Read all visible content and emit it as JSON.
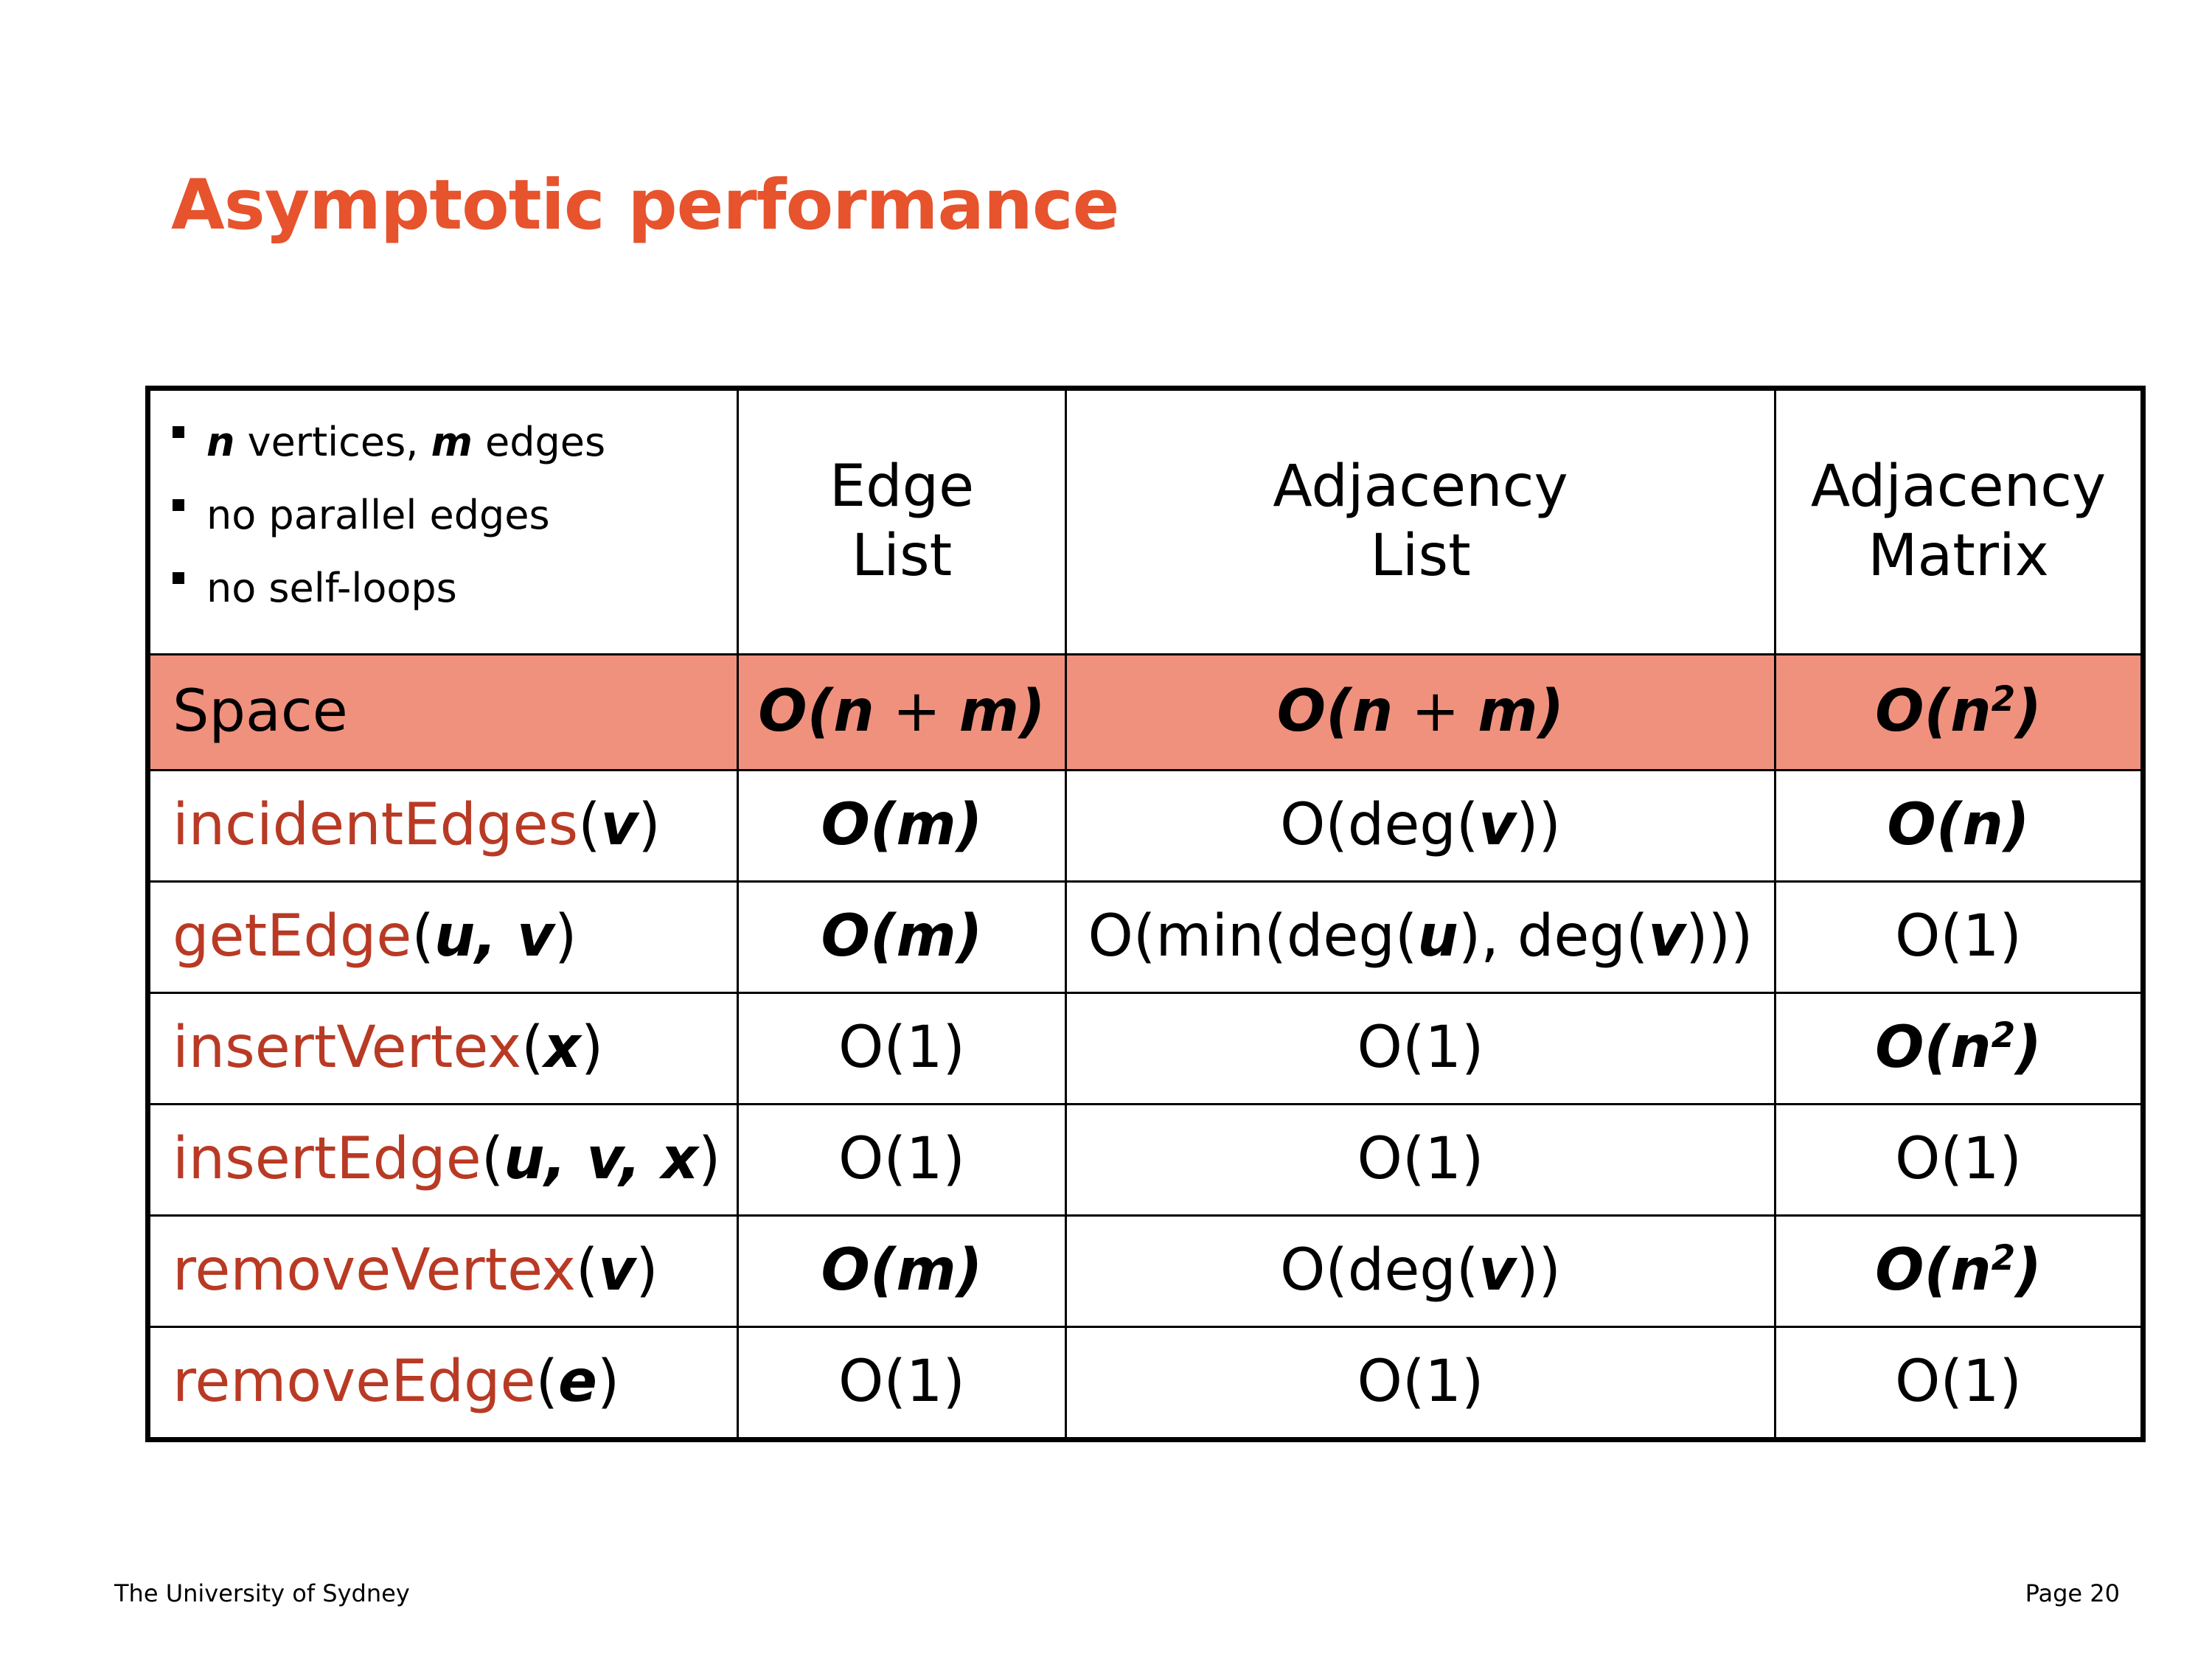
{
  "title": "Asymptotic performance",
  "notes": [
    {
      "parts": [
        {
          "t": "n",
          "s": "bi"
        },
        {
          "t": " vertices, ",
          "s": ""
        },
        {
          "t": "m",
          "s": "bi"
        },
        {
          "t": " edges",
          "s": ""
        }
      ]
    },
    {
      "parts": [
        {
          "t": "no parallel edges",
          "s": ""
        }
      ]
    },
    {
      "parts": [
        {
          "t": "no self-loops",
          "s": ""
        }
      ]
    }
  ],
  "columns": [
    {
      "line1": "Edge",
      "line2": "List"
    },
    {
      "line1": "Adjacency",
      "line2": "List"
    },
    {
      "line1": "Adjacency",
      "line2": "Matrix"
    }
  ],
  "space": {
    "label": "Space",
    "cells": [
      [
        {
          "t": "O(",
          "s": "bi"
        },
        {
          "t": "n",
          "s": "bi"
        },
        {
          "t": " + ",
          "s": ""
        },
        {
          "t": "m",
          "s": "bi"
        },
        {
          "t": ")",
          "s": "bi"
        }
      ],
      [
        {
          "t": "O(",
          "s": "bi"
        },
        {
          "t": "n",
          "s": "bi"
        },
        {
          "t": " + ",
          "s": ""
        },
        {
          "t": "m",
          "s": "bi"
        },
        {
          "t": ")",
          "s": "bi"
        }
      ],
      [
        {
          "t": "O(",
          "s": "bi"
        },
        {
          "t": "n",
          "s": "bi"
        },
        {
          "t": "2",
          "s": "sup"
        },
        {
          "t": ")",
          "s": "bi"
        }
      ]
    ]
  },
  "operations": [
    {
      "name": "incidentEdges",
      "args": [
        {
          "t": "(",
          "s": ""
        },
        {
          "t": "v",
          "s": "bi"
        },
        {
          "t": ")",
          "s": ""
        }
      ],
      "cells": [
        [
          {
            "t": "O(m)",
            "s": "bi"
          }
        ],
        [
          {
            "t": "O(deg(",
            "s": ""
          },
          {
            "t": "v",
            "s": "bi"
          },
          {
            "t": "))",
            "s": ""
          }
        ],
        [
          {
            "t": "O(n)",
            "s": "bi"
          }
        ]
      ]
    },
    {
      "name": "getEdge",
      "args": [
        {
          "t": "(",
          "s": ""
        },
        {
          "t": "u, v",
          "s": "bi"
        },
        {
          "t": ")",
          "s": ""
        }
      ],
      "cells": [
        [
          {
            "t": "O(m)",
            "s": "bi"
          }
        ],
        [
          {
            "t": "O(min(deg(",
            "s": ""
          },
          {
            "t": "u",
            "s": "bi"
          },
          {
            "t": "), deg(",
            "s": ""
          },
          {
            "t": "v",
            "s": "bi"
          },
          {
            "t": ")))",
            "s": ""
          }
        ],
        [
          {
            "t": "O(1)",
            "s": ""
          }
        ]
      ]
    },
    {
      "name": "insertVertex",
      "args": [
        {
          "t": "(",
          "s": ""
        },
        {
          "t": "x",
          "s": "bi"
        },
        {
          "t": ")",
          "s": ""
        }
      ],
      "cells": [
        [
          {
            "t": "O(1)",
            "s": ""
          }
        ],
        [
          {
            "t": "O(1)",
            "s": ""
          }
        ],
        [
          {
            "t": "O(",
            "s": "bi"
          },
          {
            "t": "n",
            "s": "bi"
          },
          {
            "t": "2",
            "s": "sup"
          },
          {
            "t": ")",
            "s": "bi"
          }
        ]
      ]
    },
    {
      "name": "insertEdge",
      "args": [
        {
          "t": "(",
          "s": ""
        },
        {
          "t": "u, v, x",
          "s": "bi"
        },
        {
          "t": ")",
          "s": ""
        }
      ],
      "cells": [
        [
          {
            "t": "O(1)",
            "s": ""
          }
        ],
        [
          {
            "t": "O(1)",
            "s": ""
          }
        ],
        [
          {
            "t": "O(1)",
            "s": ""
          }
        ]
      ]
    },
    {
      "name": "removeVertex",
      "args": [
        {
          "t": "(",
          "s": ""
        },
        {
          "t": "v",
          "s": "bi"
        },
        {
          "t": ")",
          "s": ""
        }
      ],
      "cells": [
        [
          {
            "t": "O(m)",
            "s": "bi"
          }
        ],
        [
          {
            "t": "O(deg(",
            "s": ""
          },
          {
            "t": "v",
            "s": "bi"
          },
          {
            "t": "))",
            "s": ""
          }
        ],
        [
          {
            "t": "O(",
            "s": "bi"
          },
          {
            "t": "n",
            "s": "bi"
          },
          {
            "t": "2",
            "s": "sup"
          },
          {
            "t": ")",
            "s": "bi"
          }
        ]
      ]
    },
    {
      "name": "removeEdge",
      "args": [
        {
          "t": "(",
          "s": ""
        },
        {
          "t": "e",
          "s": "bi"
        },
        {
          "t": ")",
          "s": ""
        }
      ],
      "cells": [
        [
          {
            "t": "O(1)",
            "s": ""
          }
        ],
        [
          {
            "t": "O(1)",
            "s": ""
          }
        ],
        [
          {
            "t": "O(1)",
            "s": ""
          }
        ]
      ]
    }
  ],
  "footer": {
    "left": "The University of Sydney",
    "right": "Page 20"
  },
  "colors": {
    "title": "#e6532d",
    "operation_name": "#b93a24",
    "space_row_bg": "#f0917d",
    "border": "#000000"
  }
}
